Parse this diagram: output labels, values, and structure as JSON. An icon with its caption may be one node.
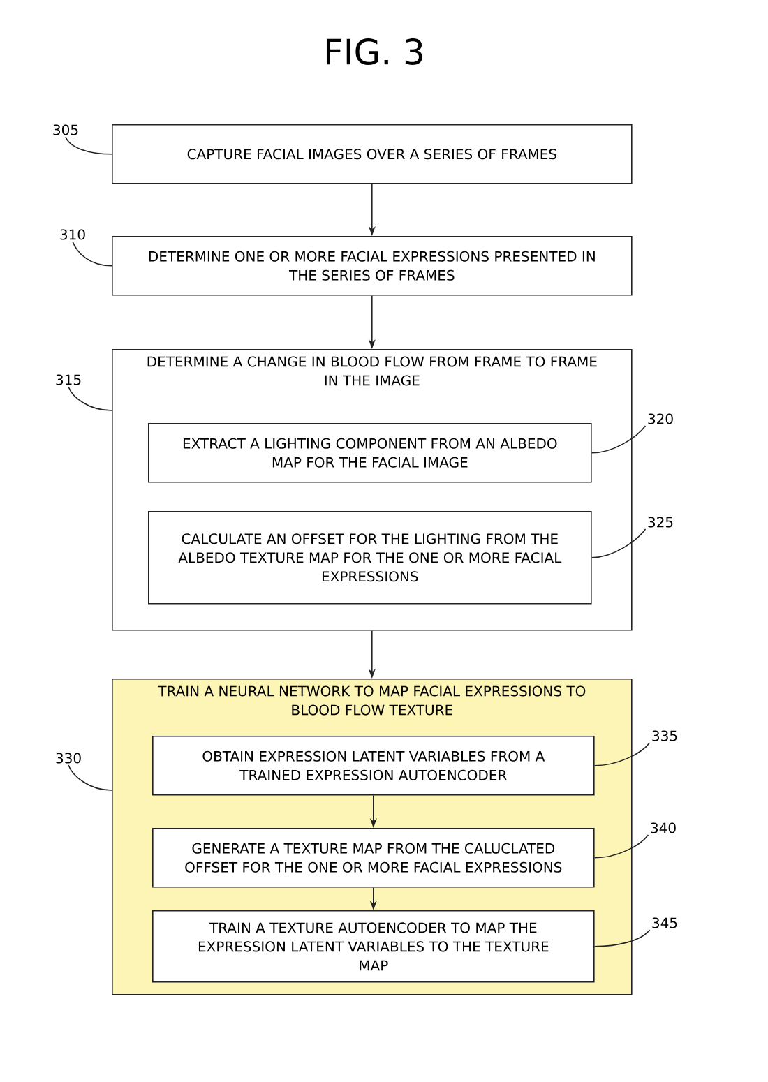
{
  "diagram": {
    "title": "FIG. 3",
    "nodes": [
      {
        "text": [
          "305"
        ]
      },
      {
        "text": [
          "CAPTURE FACIAL IMAGES OVER A SERIES OF FRAMES"
        ]
      },
      {
        "text": [
          "310"
        ]
      },
      {
        "text": [
          "DETERMINE ONE OR MORE FACIAL EXPRESSIONS PRESENTED IN THE SERIES OF FRAMES"
        ]
      },
      {
        "text": [
          "315"
        ]
      },
      {
        "text": [
          "DETERMINE A CHANGE IN BLOOD FLOW FROM FRAME TO FRAME IN THE IMAGE"
        ]
      },
      {
        "text": [
          "320"
        ]
      },
      {
        "text": [
          "EXTRACT A LIGHTING COMPONENT FROM AN ALBEDO MAP FOR THE FACIAL IMAGE"
        ],
        "in": 5
      },
      {
        "text": [
          "325"
        ]
      },
      {
        "text": [
          "CALCULATE AN OFFSET FOR THE LIGHTING FROM THE ALBEDO TEXTURE MAP FOR THE ONE OR MORE FACIAL EXPRESSIONS"
        ],
        "in": 5
      },
      {
        "text": [
          "330"
        ]
      },
      {
        "text": [
          "TRAIN A NEURAL NETWORK TO MAP FACIAL EXPRESSIONS TO BLOOD FLOW TEXTURE"
        ]
      },
      {
        "text": [
          "335"
        ]
      },
      {
        "text": [
          "OBTAIN EXPRESSION LATENT VARIABLES FROM A TRAINED EXPRESSION AUTOENCODER"
        ],
        "in": 11
      },
      {
        "text": [
          "340"
        ]
      },
      {
        "text": [
          "GENERATE A TEXTURE MAP FROM THE CALUCLATED OFFSET FOR THE ONE OR MORE FACIAL EXPRESSIONS"
        ],
        "in": 11
      },
      {
        "text": [
          "345"
        ]
      },
      {
        "text": [
          "TRAIN A TEXTURE AUTOENCODER TO MAP THE EXPRESSION LATENT VARIABLES TO THE TEXTURE MAP"
        ],
        "in": 11
      }
    ],
    "edges": [
      {
        "from": 1,
        "to": 3,
        "arrow": "to"
      },
      {
        "from": 3,
        "to": 5,
        "arrow": "to"
      },
      {
        "from": 5,
        "to": 11,
        "arrow": "to"
      },
      {
        "from": 13,
        "to": 15,
        "arrow": "to"
      },
      {
        "from": 15,
        "to": 17,
        "arrow": "to"
      },
      {
        "from": 0,
        "to": 1,
        "arrow": "none"
      },
      {
        "from": 2,
        "to": 3,
        "arrow": "none"
      },
      {
        "from": 4,
        "to": 5,
        "arrow": "none"
      },
      {
        "from": 6,
        "to": 7,
        "arrow": "none"
      },
      {
        "from": 8,
        "to": 9,
        "arrow": "none"
      },
      {
        "from": 10,
        "to": 11,
        "arrow": "none"
      },
      {
        "from": 12,
        "to": 13,
        "arrow": "none"
      },
      {
        "from": 14,
        "to": 15,
        "arrow": "none"
      },
      {
        "from": 16,
        "to": 17,
        "arrow": "none"
      }
    ]
  }
}
